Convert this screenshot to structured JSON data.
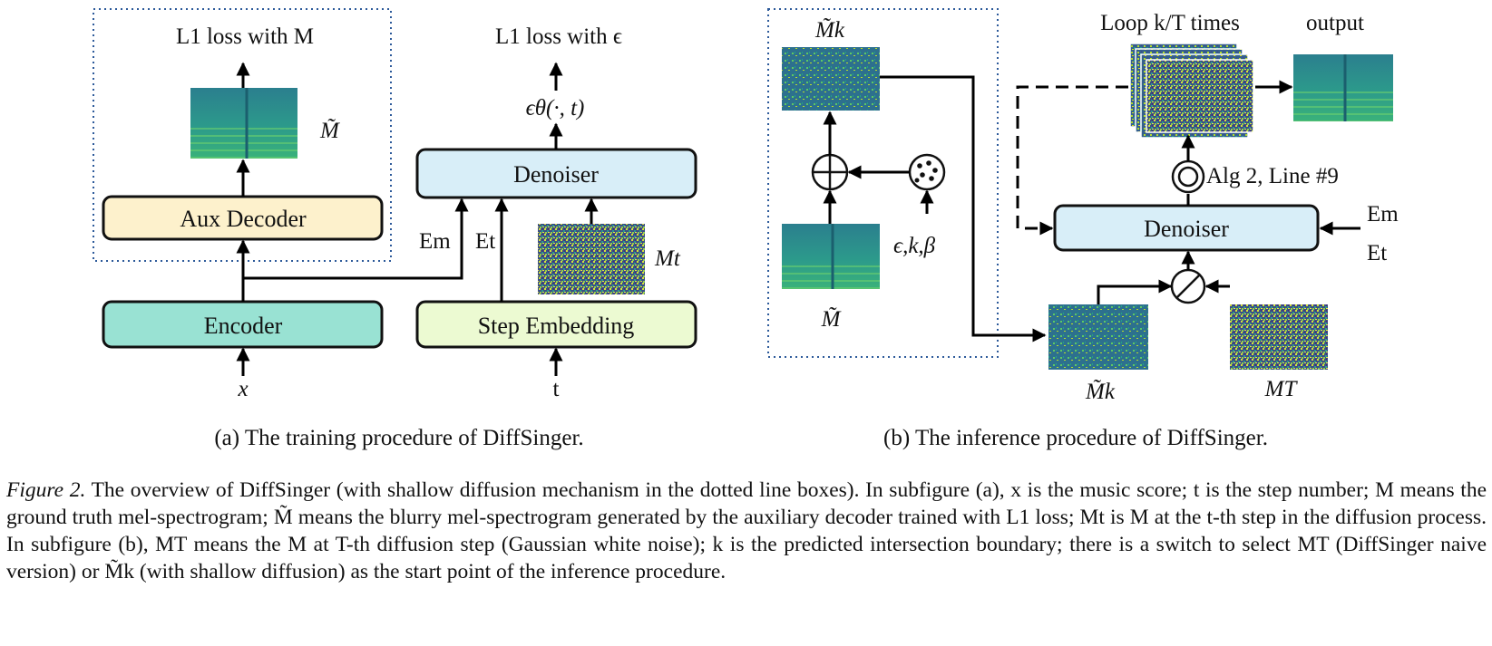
{
  "panel_a": {
    "loss_m": "L1 loss with M",
    "loss_eps": "L1 loss with ϵ",
    "eps_theta": "ϵθ(·, t)",
    "m_tilde": "M̃",
    "aux_decoder": "Aux Decoder",
    "denoiser": "Denoiser",
    "encoder": "Encoder",
    "step_embedding": "Step Embedding",
    "e_m": "Em",
    "e_t": "Et",
    "m_t": "Mt",
    "input_x": "x",
    "input_t": "t",
    "subcaption": "(a) The training procedure of DiffSinger."
  },
  "panel_b": {
    "mk_top": "M̃k",
    "m_tilde": "M̃",
    "noise_params": "ϵ,k,β",
    "loop": "Loop k/T times",
    "output": "output",
    "alg": "Alg 2, Line #9",
    "denoiser": "Denoiser",
    "e_m": "Em",
    "e_t": "Et",
    "mk_bottom": "M̃k",
    "m_T": "MT",
    "subcaption": "(b) The inference procedure of DiffSinger."
  },
  "caption": {
    "label": "Figure 2.",
    "text": "The overview of DiffSinger (with shallow diffusion mechanism in the dotted line boxes). In subfigure (a), x is the music score; t is the step number; M means the ground truth mel-spectrogram; M̃ means the blurry mel-spectrogram generated by the auxiliary decoder trained with L1 loss; Mt is M at the t-th step in the diffusion process. In subfigure (b), MT means the M at T-th diffusion step (Gaussian white noise); k is the predicted intersection boundary; there is a switch to select MT (DiffSinger naive version) or M̃k (with shallow diffusion) as the start point of the inference procedure."
  },
  "colors": {
    "aux_decoder": "#fdf1cc",
    "denoiser": "#d8eef8",
    "encoder": "#99e2d3",
    "step_embedding": "#ecfad2",
    "dotted": "#2d5a9a",
    "spec_clean": "#2a8c8a",
    "spec_noise": "#3a5a8a"
  }
}
